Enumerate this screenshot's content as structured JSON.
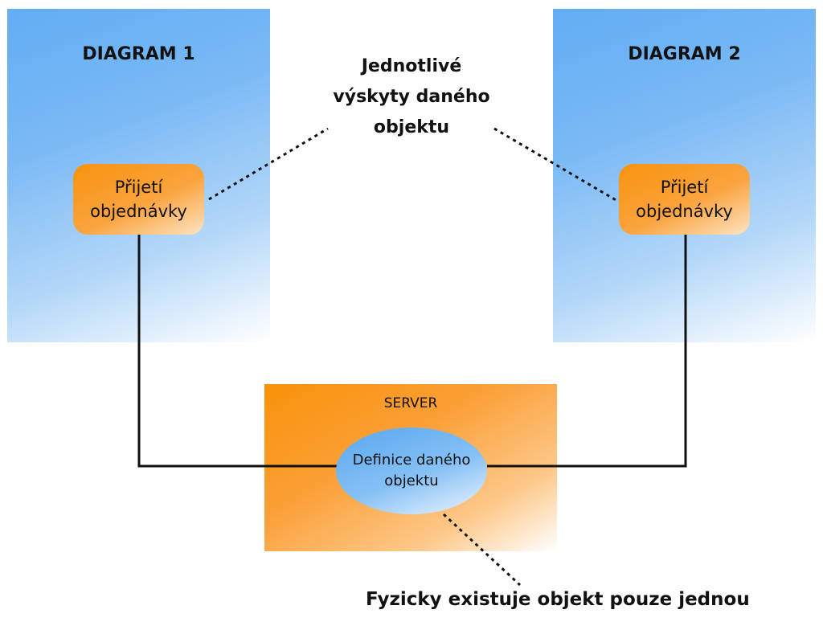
{
  "diagram1": {
    "title": "DIAGRAM 1",
    "box_line1": "Přijetí",
    "box_line2": "objednávky"
  },
  "diagram2": {
    "title": "DIAGRAM 2",
    "box_line1": "Přijetí",
    "box_line2": "objednávky"
  },
  "server": {
    "label": "SERVER",
    "definition_line1": "Definice daného",
    "definition_line2": "objektu"
  },
  "callout": {
    "line1": "Jednotlivé",
    "line2": "výskyty daného",
    "line3": "objektu"
  },
  "footer_note": "Fyzicky existuje objekt pouze jednou",
  "colors": {
    "diagram_panel": "#62adf3",
    "server_panel": "#f9920a",
    "box": "#f7930d",
    "definition_ellipse": "#5aa8ef",
    "connector": "#111111"
  }
}
